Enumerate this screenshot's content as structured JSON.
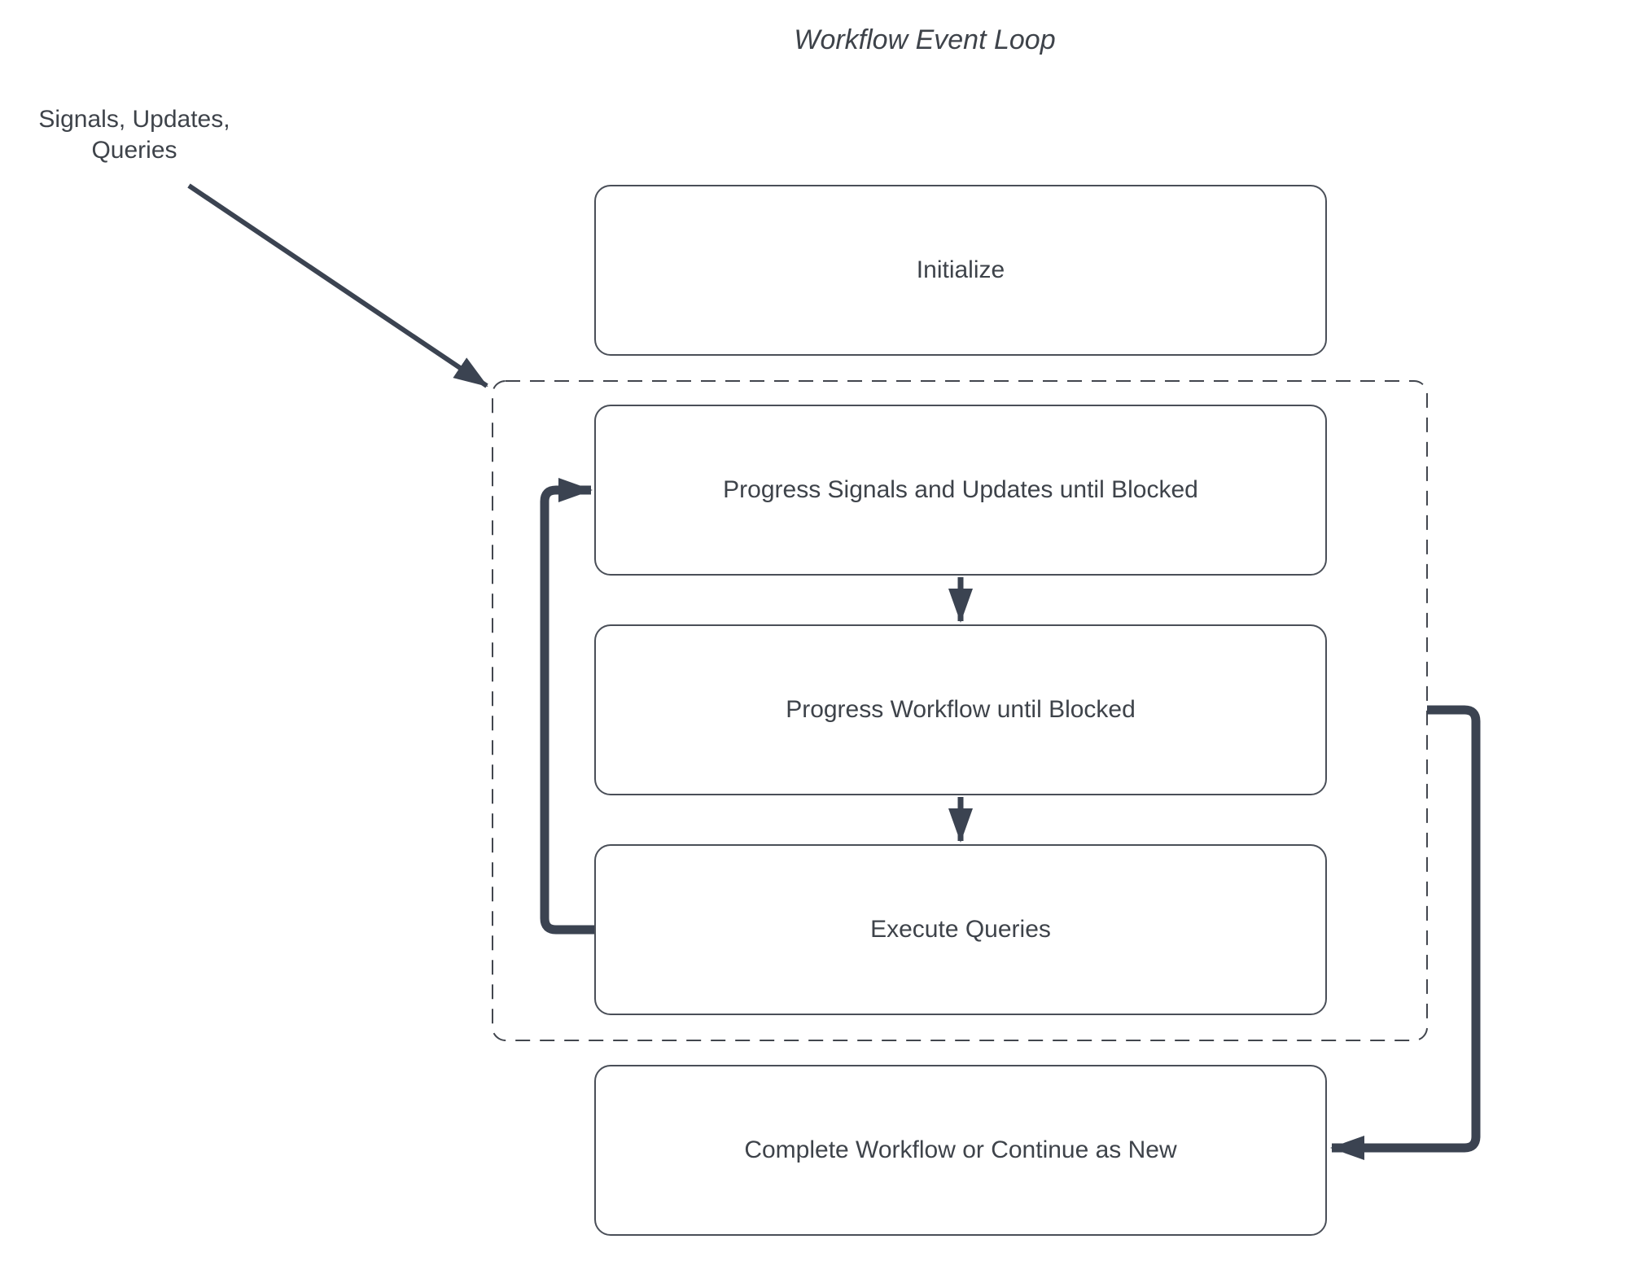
{
  "title": "Workflow Event Loop",
  "annotation": {
    "line1": "Signals, Updates,",
    "line2": "Queries"
  },
  "nodes": [
    {
      "id": "initialize",
      "label": "Initialize"
    },
    {
      "id": "progress-signals",
      "label": "Progress Signals and Updates until Blocked"
    },
    {
      "id": "progress-workflow",
      "label": "Progress Workflow until Blocked"
    },
    {
      "id": "execute-queries",
      "label": "Execute Queries"
    },
    {
      "id": "complete-workflow",
      "label": "Complete Workflow or Continue as New"
    }
  ],
  "edges": [
    {
      "from": "annotation-signals-updates-queries",
      "to": "event-loop-dashed-container",
      "style": "thin-diagonal-arrow"
    },
    {
      "from": "progress-signals",
      "to": "progress-workflow",
      "style": "down-arrow"
    },
    {
      "from": "progress-workflow",
      "to": "execute-queries",
      "style": "down-arrow"
    },
    {
      "from": "execute-queries",
      "to": "progress-signals",
      "style": "left-loop-arrow"
    },
    {
      "from": "event-loop-dashed-container",
      "to": "complete-workflow",
      "style": "right-loop-arrow"
    }
  ],
  "colors": {
    "background": "#ffffff",
    "text": "#3e434a",
    "box_border": "#4a4f58",
    "dashed_border": "#42464e",
    "connector": "#3b4351"
  }
}
